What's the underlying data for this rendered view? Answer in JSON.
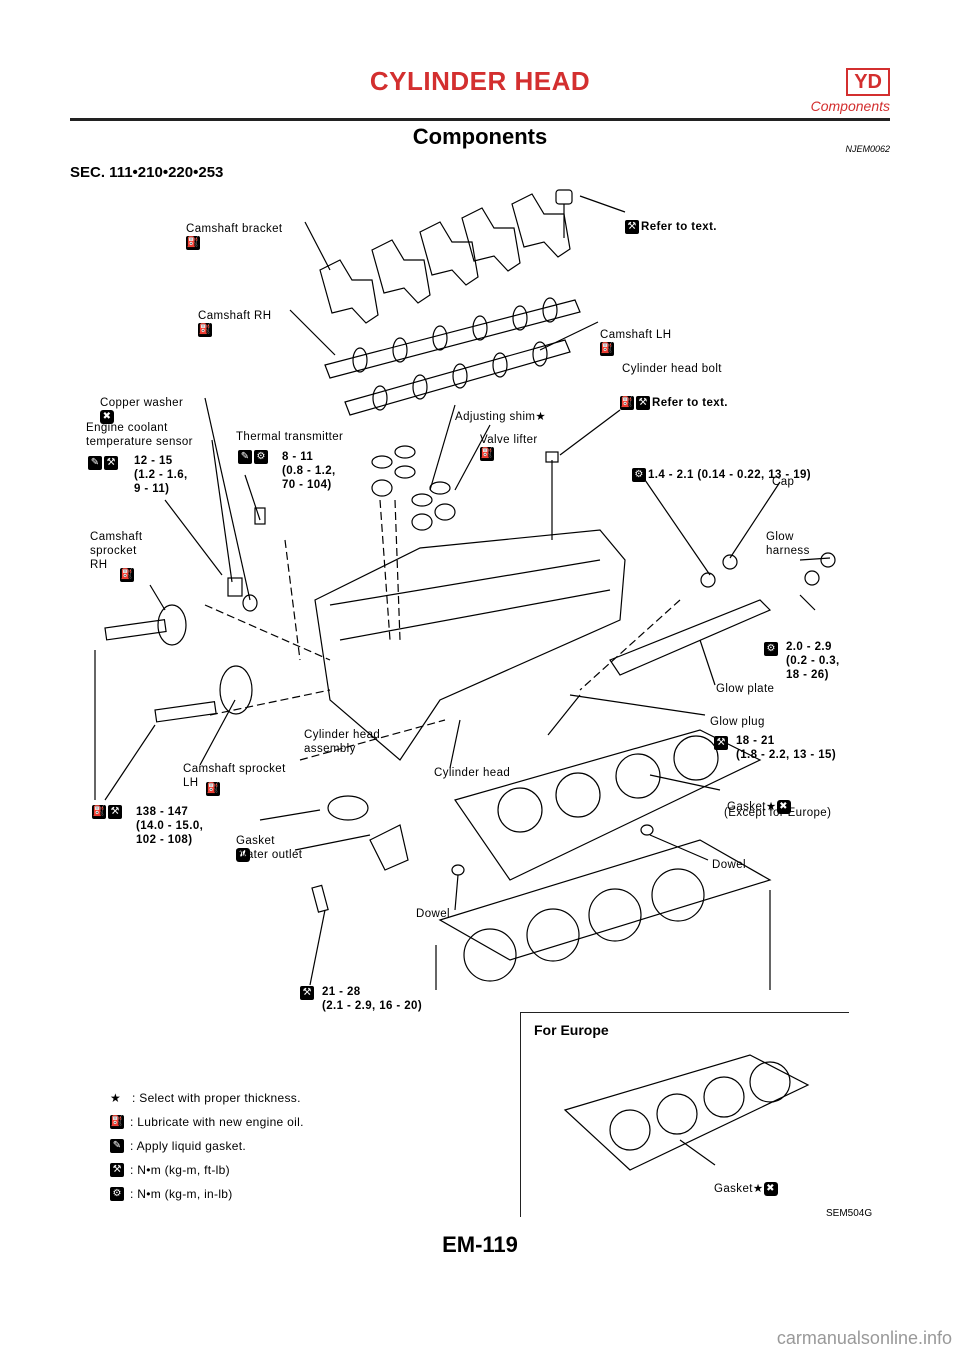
{
  "header": {
    "title": "CYLINDER HEAD",
    "code": "YD",
    "subtitle": "Components"
  },
  "section": {
    "title": "Components",
    "code": "NJEM0062",
    "reference": "SEC. 111•210•220•253"
  },
  "labels": {
    "camshaft_bracket": "Camshaft bracket",
    "refer_text_1": "Refer to text.",
    "camshaft_rh": "Camshaft RH",
    "camshaft_lh": "Camshaft LH",
    "copper_washer": "Copper washer",
    "cylinder_head_bolt": "Cylinder head bolt",
    "refer_text_2": "Refer to text.",
    "adjusting_shim": "Adjusting shim",
    "valve_lifter": "Valve lifter",
    "coolant_sensor": "Engine coolant\ntemperature sensor",
    "coolant_torque": "12 - 15\n(1.2 - 1.6,\n9 - 11)",
    "thermal_transmitter": "Thermal transmitter",
    "thermal_torque": "8 - 11\n(0.8 - 1.2,\n70 - 104)",
    "cap_torque": "1.4 - 2.1 (0.14 - 0.22, 13 - 19)",
    "cap": "Cap",
    "glow_harness": "Glow\nharness",
    "camshaft_sprocket_rh": "Camshaft\nsprocket\nRH",
    "glow_harness_torque": "2.0 - 2.9\n(0.2 - 0.3,\n18 - 26)",
    "glow_plate": "Glow plate",
    "cylinder_head_assembly": "Cylinder head\nassembly",
    "glow_plug": "Glow plug",
    "glow_plug_torque": "18 - 21\n(1.8 - 2.2, 13 - 15)",
    "camshaft_sprocket_lh": "Camshaft sprocket\nLH",
    "cylinder_head": "Cylinder head",
    "gasket_except_europe": "Gasket",
    "except_europe": "(Except for Europe)",
    "sprocket_torque": "138 - 147\n(14.0 - 15.0,\n102 - 108)",
    "gasket": "Gasket",
    "water_outlet": "Water outlet",
    "dowel_right": "Dowel",
    "dowel_left": "Dowel",
    "water_outlet_torque": "21 - 28\n(2.1 - 2.9, 16 - 20)",
    "for_europe": "For Europe",
    "gasket_europe": "Gasket",
    "fig_code": "SEM504G"
  },
  "legend": [
    {
      "symbol": "★",
      "text": ": Select with proper thickness."
    },
    {
      "symbol": "oil-can-icon",
      "text": ": Lubricate with new engine oil."
    },
    {
      "symbol": "liquid-gasket-icon",
      "text": ": Apply liquid gasket."
    },
    {
      "symbol": "torque-ftlb-icon",
      "text": ": N•m (kg-m, ft-lb)"
    },
    {
      "symbol": "torque-inlb-icon",
      "text": ": N•m (kg-m, in-lb)"
    }
  ],
  "page_number": "EM-119",
  "watermark": "carmanualsonline.info",
  "colors": {
    "header_red": "#d32f2f"
  }
}
